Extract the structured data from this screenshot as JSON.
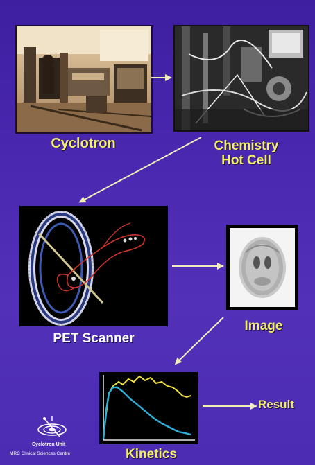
{
  "labels": {
    "cyclotron": "Cyclotron",
    "chemistry_line1": "Chemistry",
    "chemistry_line2": "Hot Cell",
    "pet_scanner": "PET Scanner",
    "image": "Image",
    "kinetics": "Kinetics",
    "result": "Result"
  },
  "logo": {
    "unit_name": "Cyclotron Unit",
    "centre_name": "MRC Clinical Sciences Centre"
  },
  "colors": {
    "background": "#4a28b0",
    "label_yellow": "#f2ee6a",
    "arrow": "#eef0b8",
    "curve_yellow": "#f0e040",
    "curve_cyan": "#2fb0d8"
  },
  "icons": [
    "arrow-right-icon",
    "arrow-down-left-icon",
    "cyclotron-unit-logo-icon"
  ]
}
